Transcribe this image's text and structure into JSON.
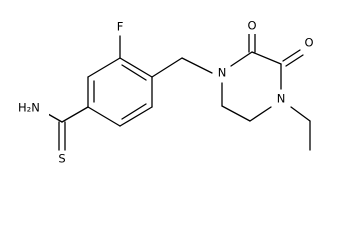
{
  "molecule": {
    "atoms": {
      "fluorine": "F",
      "amine": "H₂N",
      "sulfur": "S",
      "nitrogen_1": "N",
      "nitrogen_4": "N",
      "oxygen_2": "O",
      "oxygen_3": "O"
    }
  }
}
